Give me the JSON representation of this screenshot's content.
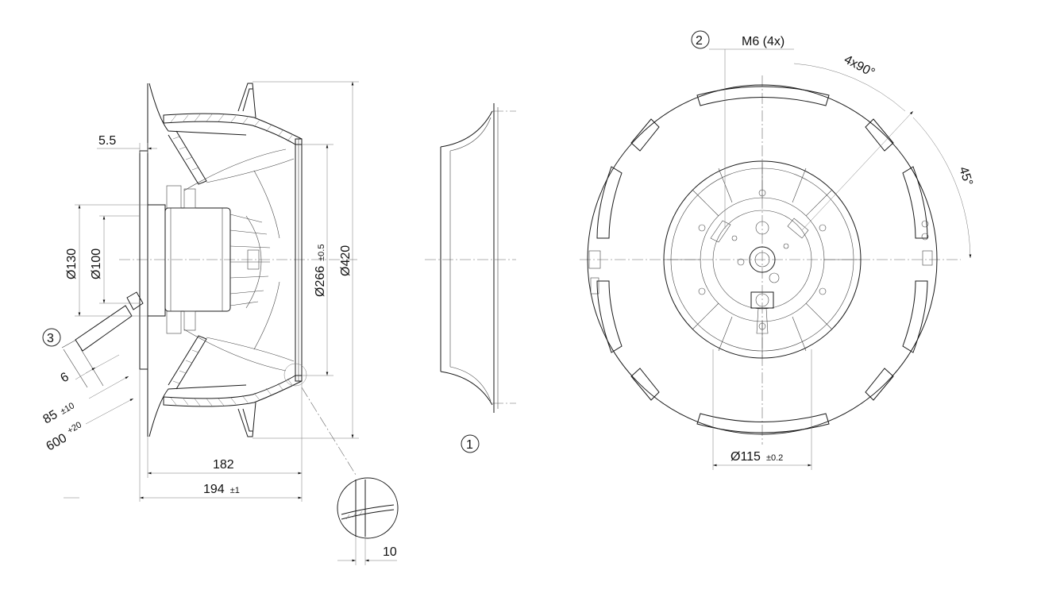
{
  "side_view": {
    "dims": {
      "d5_5": "5.5",
      "d130": "Ø130",
      "d100": "Ø100",
      "d266": "Ø266",
      "d266_tol": "±0.5",
      "d420": "Ø420",
      "d6": "6",
      "d85": "85",
      "d85_tol": "±10",
      "d600": "600",
      "d600_tol": "+20",
      "d182": "182",
      "d194": "194",
      "d194_tol": "±1",
      "d10": "10"
    },
    "callout_3": "3"
  },
  "inlet_ring": {
    "callout_1": "1"
  },
  "front_view": {
    "callout_2": "2",
    "thread": "M6 (4x)",
    "angle_4x90": "4x90°",
    "angle_45": "45°",
    "d115": "Ø115",
    "d115_tol": "±0.2"
  }
}
